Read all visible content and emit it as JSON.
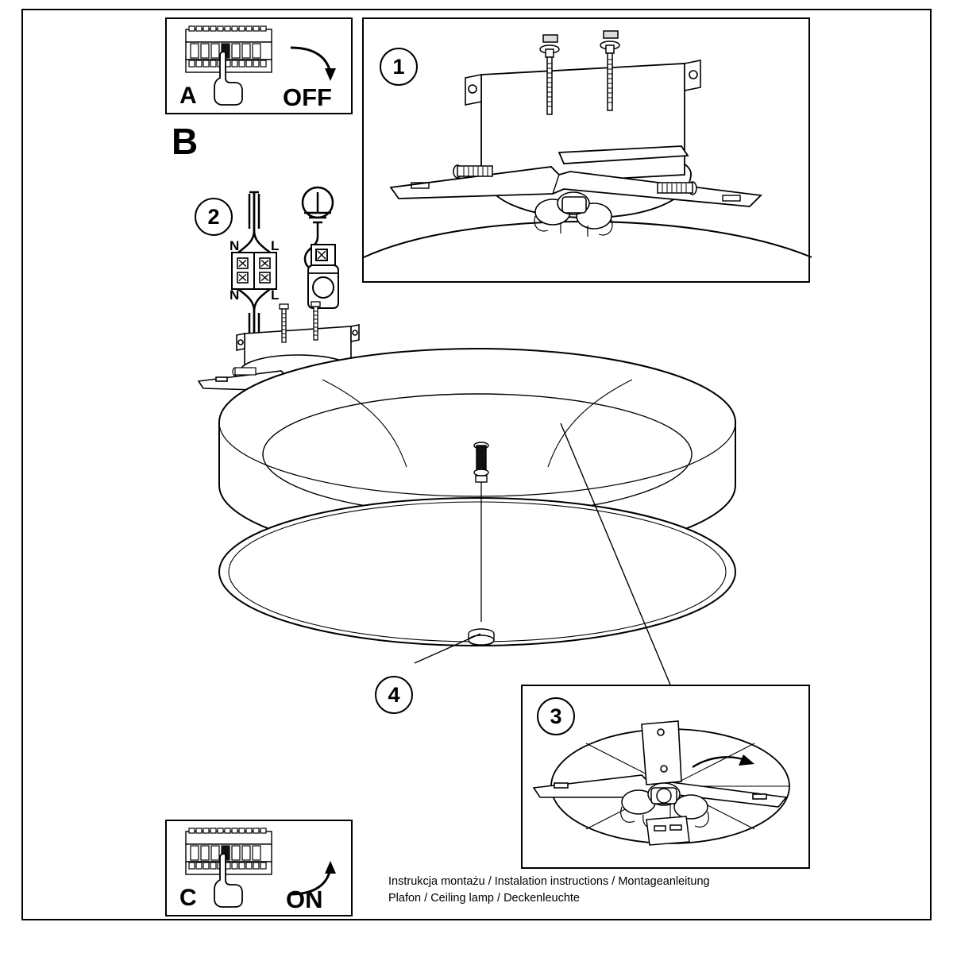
{
  "document": {
    "type": "assembly-instruction-sheet",
    "product_caption_line1": "Instrukcja montażu / Instalation instructions / Montageanleitung",
    "product_caption_line2": "Plafon / Ceiling lamp / Deckenleuchte"
  },
  "steps": {
    "a": {
      "letter": "A",
      "action_label": "OFF",
      "icon": "circuit-breaker-off-icon"
    },
    "b": {
      "letter": "B"
    },
    "c": {
      "letter": "C",
      "action_label": "ON",
      "icon": "circuit-breaker-on-icon"
    },
    "one": {
      "number": "1"
    },
    "two": {
      "number": "2",
      "terminal_labels": {
        "top_left": "N",
        "top_right": "L",
        "bottom_left": "N",
        "bottom_right": "L"
      },
      "earth_symbol": "earth-ground-icon"
    },
    "three": {
      "number": "3"
    },
    "four": {
      "number": "4"
    }
  },
  "colors": {
    "stroke": "#000000",
    "background": "#ffffff",
    "fill_light": "#f2f2f2"
  }
}
